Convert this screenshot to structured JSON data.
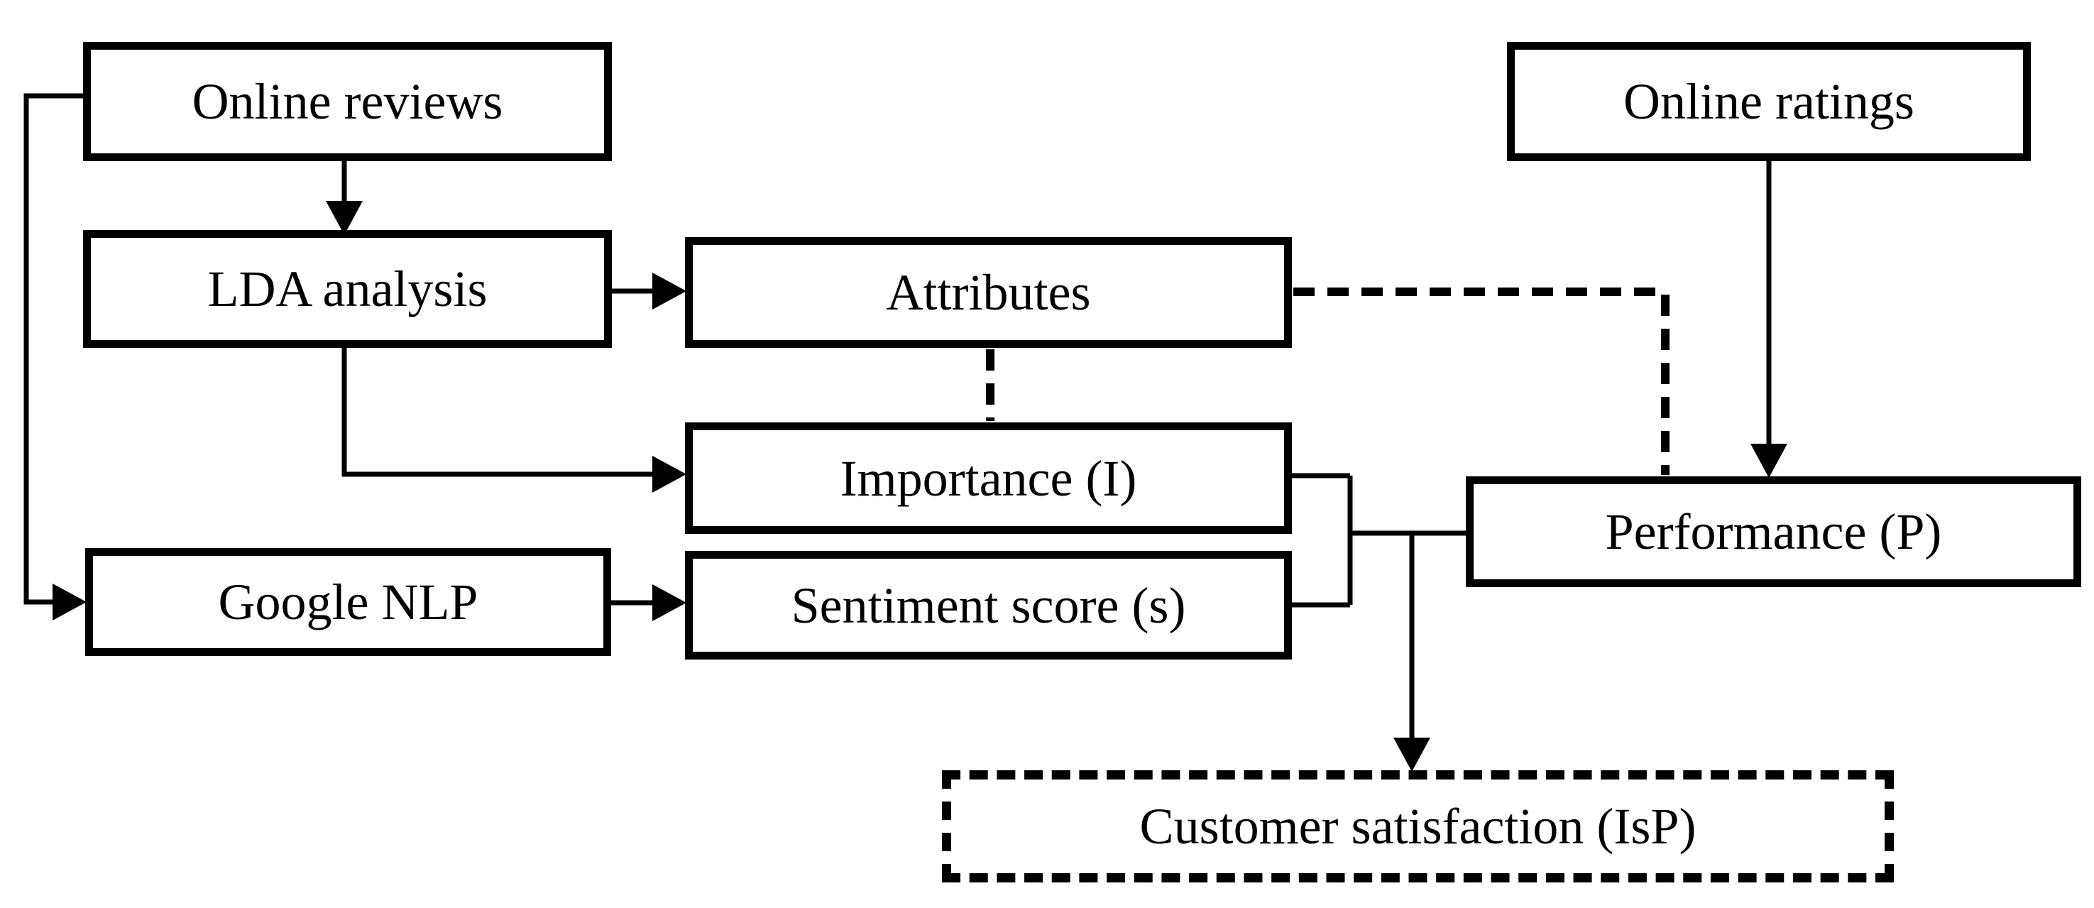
{
  "diagram": {
    "title": "Research framework flowchart",
    "colors": {
      "line": "#000000",
      "text": "#000000",
      "background": "#ffffff"
    },
    "nodes": {
      "online_reviews": {
        "label": "Online reviews",
        "border": "solid"
      },
      "lda_analysis": {
        "label": "LDA analysis",
        "border": "solid"
      },
      "attributes": {
        "label": "Attributes",
        "border": "solid"
      },
      "importance": {
        "label": "Importance (I)",
        "border": "solid"
      },
      "google_nlp": {
        "label": "Google NLP",
        "border": "solid"
      },
      "sentiment_score": {
        "label": "Sentiment score (s)",
        "border": "solid"
      },
      "online_ratings": {
        "label": "Online ratings",
        "border": "solid"
      },
      "performance": {
        "label": "Performance (P)",
        "border": "solid"
      },
      "customer_satisfaction": {
        "label": "Customer satisfaction (IsP)",
        "border": "dashed"
      }
    },
    "edges": [
      {
        "from": "online_reviews",
        "to": "lda_analysis",
        "style": "solid",
        "arrow": true
      },
      {
        "from": "online_reviews",
        "to": "google_nlp",
        "style": "solid",
        "arrow": true
      },
      {
        "from": "lda_analysis",
        "to": "attributes",
        "style": "solid",
        "arrow": true
      },
      {
        "from": "lda_analysis",
        "to": "importance",
        "style": "solid",
        "arrow": true
      },
      {
        "from": "attributes",
        "to": "importance",
        "style": "dashed",
        "arrow": false
      },
      {
        "from": "attributes",
        "to": "performance",
        "style": "dashed",
        "arrow": false
      },
      {
        "from": "google_nlp",
        "to": "sentiment_score",
        "style": "solid",
        "arrow": true
      },
      {
        "from": "importance",
        "to": "performance",
        "style": "solid",
        "arrow": false,
        "via": "bracket-join"
      },
      {
        "from": "sentiment_score",
        "to": "performance",
        "style": "solid",
        "arrow": false,
        "via": "bracket-join"
      },
      {
        "from": "bracket-join",
        "to": "customer_satisfaction",
        "style": "solid",
        "arrow": true
      },
      {
        "from": "online_ratings",
        "to": "performance",
        "style": "solid",
        "arrow": true
      }
    ]
  }
}
